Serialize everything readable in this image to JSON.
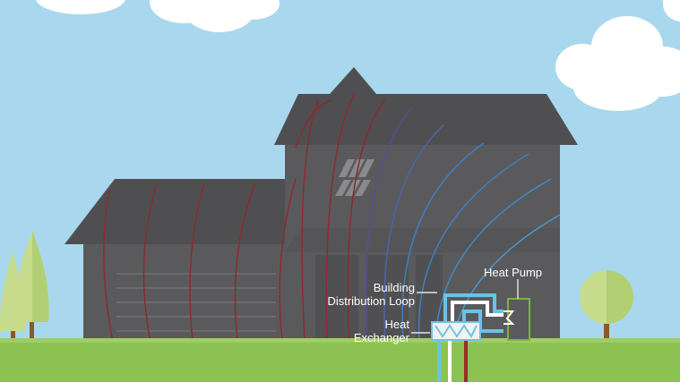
{
  "labels": {
    "distribution_line1": "Building",
    "distribution_line2": "Distribution Loop",
    "heat_exchanger_line1": "Heat",
    "heat_exchanger_line2": "Exchanger",
    "heat_pump": "Heat Pump"
  },
  "colors": {
    "sky": "#a9d8ee",
    "house": "#5a5a5c",
    "roof": "#4f4f51",
    "grass": "#8cc251",
    "warm_line": "#8d2a2e",
    "cool_line": "#3f7fc0",
    "loop_blue": "#6cc2e6",
    "pump_green": "#7cb342",
    "pipe_red": "#9e2b25",
    "tree_light": "#c7dc8c"
  }
}
